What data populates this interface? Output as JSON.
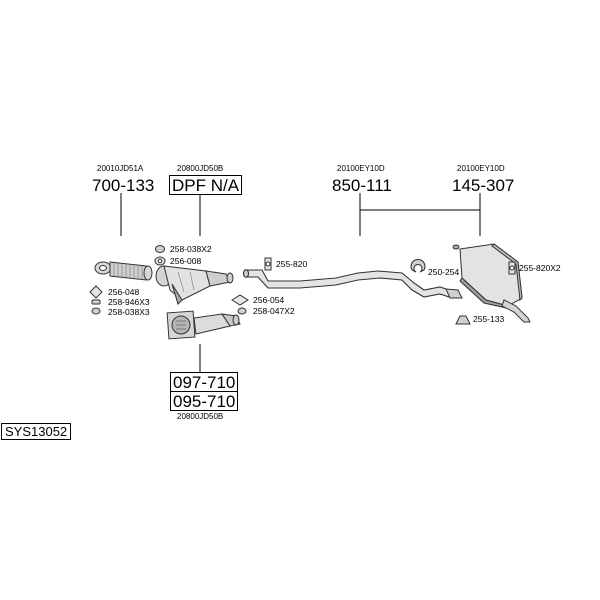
{
  "system_id": "SYS13052",
  "colors": {
    "line": "#000000",
    "part_stroke": "#333333",
    "part_fill": "#e6e6e6",
    "part_shade": "#9a9a9a"
  },
  "groups": [
    {
      "oem": "20010JD51A",
      "number": "700-133"
    },
    {
      "oem": "20800JD50B",
      "number": "DPF N/A"
    },
    {
      "oem": "20100EY10D",
      "number": "850-111"
    },
    {
      "oem": "20100EY10D",
      "number": "145-307"
    }
  ],
  "lower_group": {
    "numbers": [
      "097-710",
      "095-710"
    ],
    "oem": "20800JD50B"
  },
  "accessories": [
    "258-038X2",
    "256-008",
    "256-048",
    "258-946X3",
    "258-038X3",
    "256-054",
    "258-047X2",
    "255-820",
    "250-254",
    "255-820X2",
    "255-133"
  ]
}
